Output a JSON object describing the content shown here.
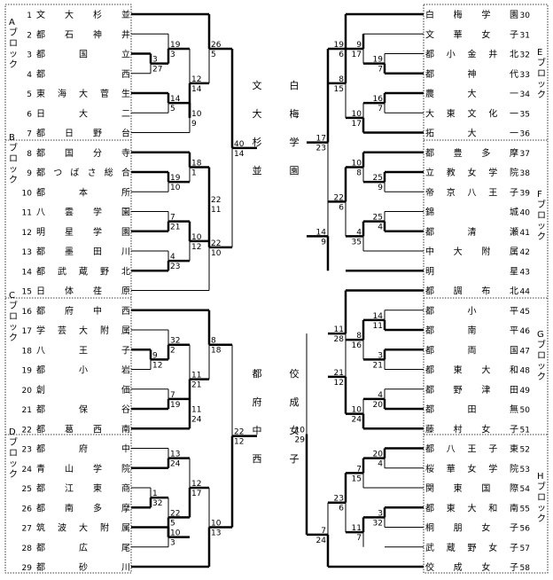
{
  "blocks": [
    {
      "label": "Aブロック",
      "side": "left"
    },
    {
      "label": "Bブロック",
      "side": "left"
    },
    {
      "label": "Cブロック",
      "side": "left"
    },
    {
      "label": "Dブロック",
      "side": "left"
    },
    {
      "label": "Eブロック",
      "side": "right"
    },
    {
      "label": "Fブロック",
      "side": "right"
    },
    {
      "label": "Gブロック",
      "side": "right"
    },
    {
      "label": "Hブロック",
      "side": "right"
    }
  ],
  "left_teams": [
    {
      "num": "1",
      "name": "文大杉並"
    },
    {
      "num": "2",
      "name": "都石神井"
    },
    {
      "num": "3",
      "name": "都国立"
    },
    {
      "num": "4",
      "name": "都西"
    },
    {
      "num": "5",
      "name": "東海大菅生"
    },
    {
      "num": "6",
      "name": "日大二"
    },
    {
      "num": "7",
      "name": "都日野台"
    },
    {
      "num": "8",
      "name": "都国分寺"
    },
    {
      "num": "9",
      "name": "都つばさ総合"
    },
    {
      "num": "10",
      "name": "都本所"
    },
    {
      "num": "11",
      "name": "八雲学園"
    },
    {
      "num": "12",
      "name": "明星学園"
    },
    {
      "num": "13",
      "name": "都墨田川"
    },
    {
      "num": "14",
      "name": "都武蔵野北"
    },
    {
      "num": "15",
      "name": "日体荏原"
    },
    {
      "num": "16",
      "name": "都府中西"
    },
    {
      "num": "17",
      "name": "学芸大附属"
    },
    {
      "num": "18",
      "name": "八王子"
    },
    {
      "num": "19",
      "name": "都小岩"
    },
    {
      "num": "20",
      "name": "創価"
    },
    {
      "num": "21",
      "name": "都保谷"
    },
    {
      "num": "22",
      "name": "都葛西南"
    },
    {
      "num": "23",
      "name": "都府中"
    },
    {
      "num": "24",
      "name": "青山学院"
    },
    {
      "num": "25",
      "name": "都江東商"
    },
    {
      "num": "26",
      "name": "都南多摩"
    },
    {
      "num": "27",
      "name": "筑波大附属"
    },
    {
      "num": "28",
      "name": "都広尾"
    },
    {
      "num": "29",
      "name": "都砂川"
    }
  ],
  "right_teams": [
    {
      "num": "30",
      "name": "白梅学園"
    },
    {
      "num": "31",
      "name": "文華女子"
    },
    {
      "num": "32",
      "name": "都小金井北"
    },
    {
      "num": "33",
      "name": "都神代"
    },
    {
      "num": "34",
      "name": "農大一"
    },
    {
      "num": "35",
      "name": "大東文化一"
    },
    {
      "num": "36",
      "name": "拓大一"
    },
    {
      "num": "37",
      "name": "都豊多摩"
    },
    {
      "num": "38",
      "name": "立教女学院"
    },
    {
      "num": "39",
      "name": "帝京八王子"
    },
    {
      "num": "40",
      "name": "錦城"
    },
    {
      "num": "41",
      "name": "都清瀬"
    },
    {
      "num": "42",
      "name": "中大附属"
    },
    {
      "num": "43",
      "name": "明星"
    },
    {
      "num": "44",
      "name": "都調布北"
    },
    {
      "num": "45",
      "name": "都小平"
    },
    {
      "num": "46",
      "name": "都南平"
    },
    {
      "num": "47",
      "name": "都両国"
    },
    {
      "num": "48",
      "name": "都東大和"
    },
    {
      "num": "49",
      "name": "都野津田"
    },
    {
      "num": "50",
      "name": "都田無"
    },
    {
      "num": "51",
      "name": "藤村女子"
    },
    {
      "num": "52",
      "name": "都八王子東"
    },
    {
      "num": "53",
      "name": "桜華女学院"
    },
    {
      "num": "54",
      "name": "関東国際"
    },
    {
      "num": "55",
      "name": "都東大和南"
    },
    {
      "num": "56",
      "name": "桐朋女子"
    },
    {
      "num": "57",
      "name": "武蔵野女子"
    },
    {
      "num": "58",
      "name": "佼成女子"
    }
  ],
  "winners": [
    {
      "name": "文大杉並"
    },
    {
      "name": "白梅学園"
    },
    {
      "name": "都府中西"
    },
    {
      "name": "佼成女子"
    }
  ],
  "scores": [
    "3",
    "27",
    "19",
    "3",
    "14",
    "5",
    "10",
    "9",
    "12",
    "14",
    "26",
    "5",
    "19",
    "10",
    "18",
    "1",
    "7",
    "21",
    "4",
    "23",
    "10",
    "12",
    "22",
    "11",
    "22",
    "10",
    "40",
    "14",
    "9",
    "12",
    "32",
    "2",
    "7",
    "19",
    "11",
    "24",
    "11",
    "21",
    "8",
    "18",
    "13",
    "24",
    "1",
    "32",
    "10",
    "3",
    "22",
    "5",
    "12",
    "17",
    "10",
    "13",
    "22",
    "12",
    "19",
    "7",
    "9",
    "17",
    "16",
    "7",
    "10",
    "17",
    "8",
    "15",
    "19",
    "6",
    "25",
    "9",
    "10",
    "8",
    "25",
    "4",
    "4",
    "35",
    "22",
    "6",
    "14",
    "9",
    "17",
    "23",
    "14",
    "11",
    "3",
    "21",
    "8",
    "16",
    "4",
    "20",
    "10",
    "24",
    "21",
    "12",
    "11",
    "28",
    "20",
    "4",
    "3",
    "32",
    "11",
    "7",
    "7",
    "15",
    "23",
    "6",
    "7",
    "24",
    "10",
    "29"
  ]
}
